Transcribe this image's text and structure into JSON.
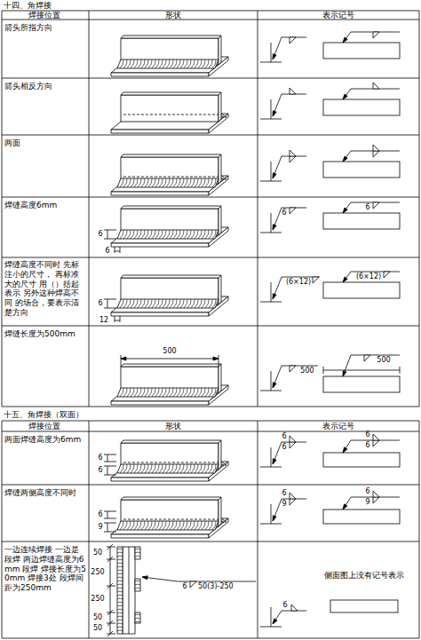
{
  "diagram": {
    "labels": [
      "十四、角焊接",
      "焊接位置",
      "形状",
      "表示记号",
      "箭头所指方向",
      "箭头相反方向",
      "两面",
      "焊缝高度6mm",
      "6",
      "6",
      "6",
      "6",
      "焊缝高度不同时 先标注小的尺寸， 再标准大的尺寸 用（）括起表示 另外这种焊高不同 的场合，要表示清 楚方向",
      "6",
      "12",
      "(6×12)",
      "(6×12)",
      "焊缝长度为500mm",
      "500",
      "500",
      "500",
      "十五、角焊接（双面）",
      "焊接位置",
      "形状",
      "表示记号",
      "两面焊缝高度为6mm",
      "6",
      "6",
      "6",
      "6",
      "6",
      "6",
      "焊缝两侧高度不同时",
      "6",
      "9",
      "6",
      "9",
      "6",
      "9",
      "一边连续焊接 一边是段焊 两边焊缝高度为6mm 段焊 焊接长度为50mm 焊接3处 段焊间距为250mm",
      "50",
      "250",
      "250",
      "50",
      "50",
      "6",
      "50(3)-250",
      "6",
      "侧面图上没有记号表示"
    ]
  }
}
